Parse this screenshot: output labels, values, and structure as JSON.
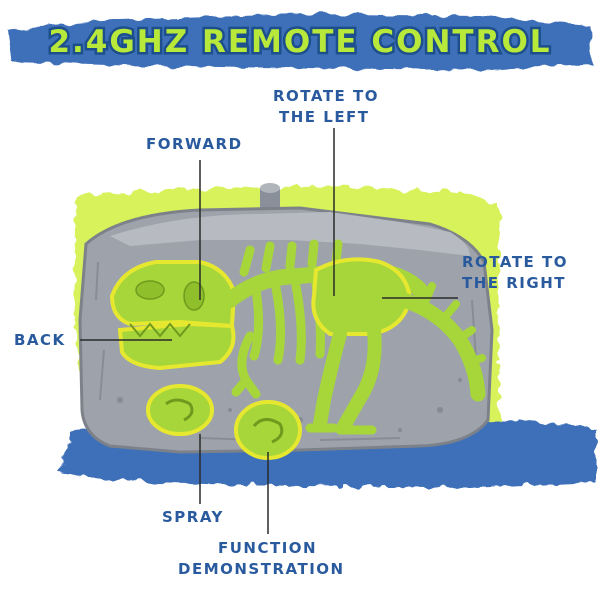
{
  "title": "2.4GHZ REMOTE CONTROL",
  "callouts": {
    "rotate_left": [
      "ROTATE TO",
      "THE LEFT"
    ],
    "forward": "FORWARD",
    "rotate_right": [
      "ROTATE TO",
      "THE RIGHT"
    ],
    "back": "BACK",
    "spray": "SPRAY",
    "function_demo": [
      "FUNCTION",
      "DEMONSTRATION"
    ]
  },
  "colors": {
    "title_fill": "#b8e83a",
    "title_outline": "#1d4f8c",
    "brush_blue": "#3d6fb8",
    "label_blue": "#2a5a9e",
    "splash_green": "#d7f25a",
    "rock_gray": "#9ea3ab",
    "bone_green": "#a6d63a",
    "bone_outline": "#e6e830"
  }
}
